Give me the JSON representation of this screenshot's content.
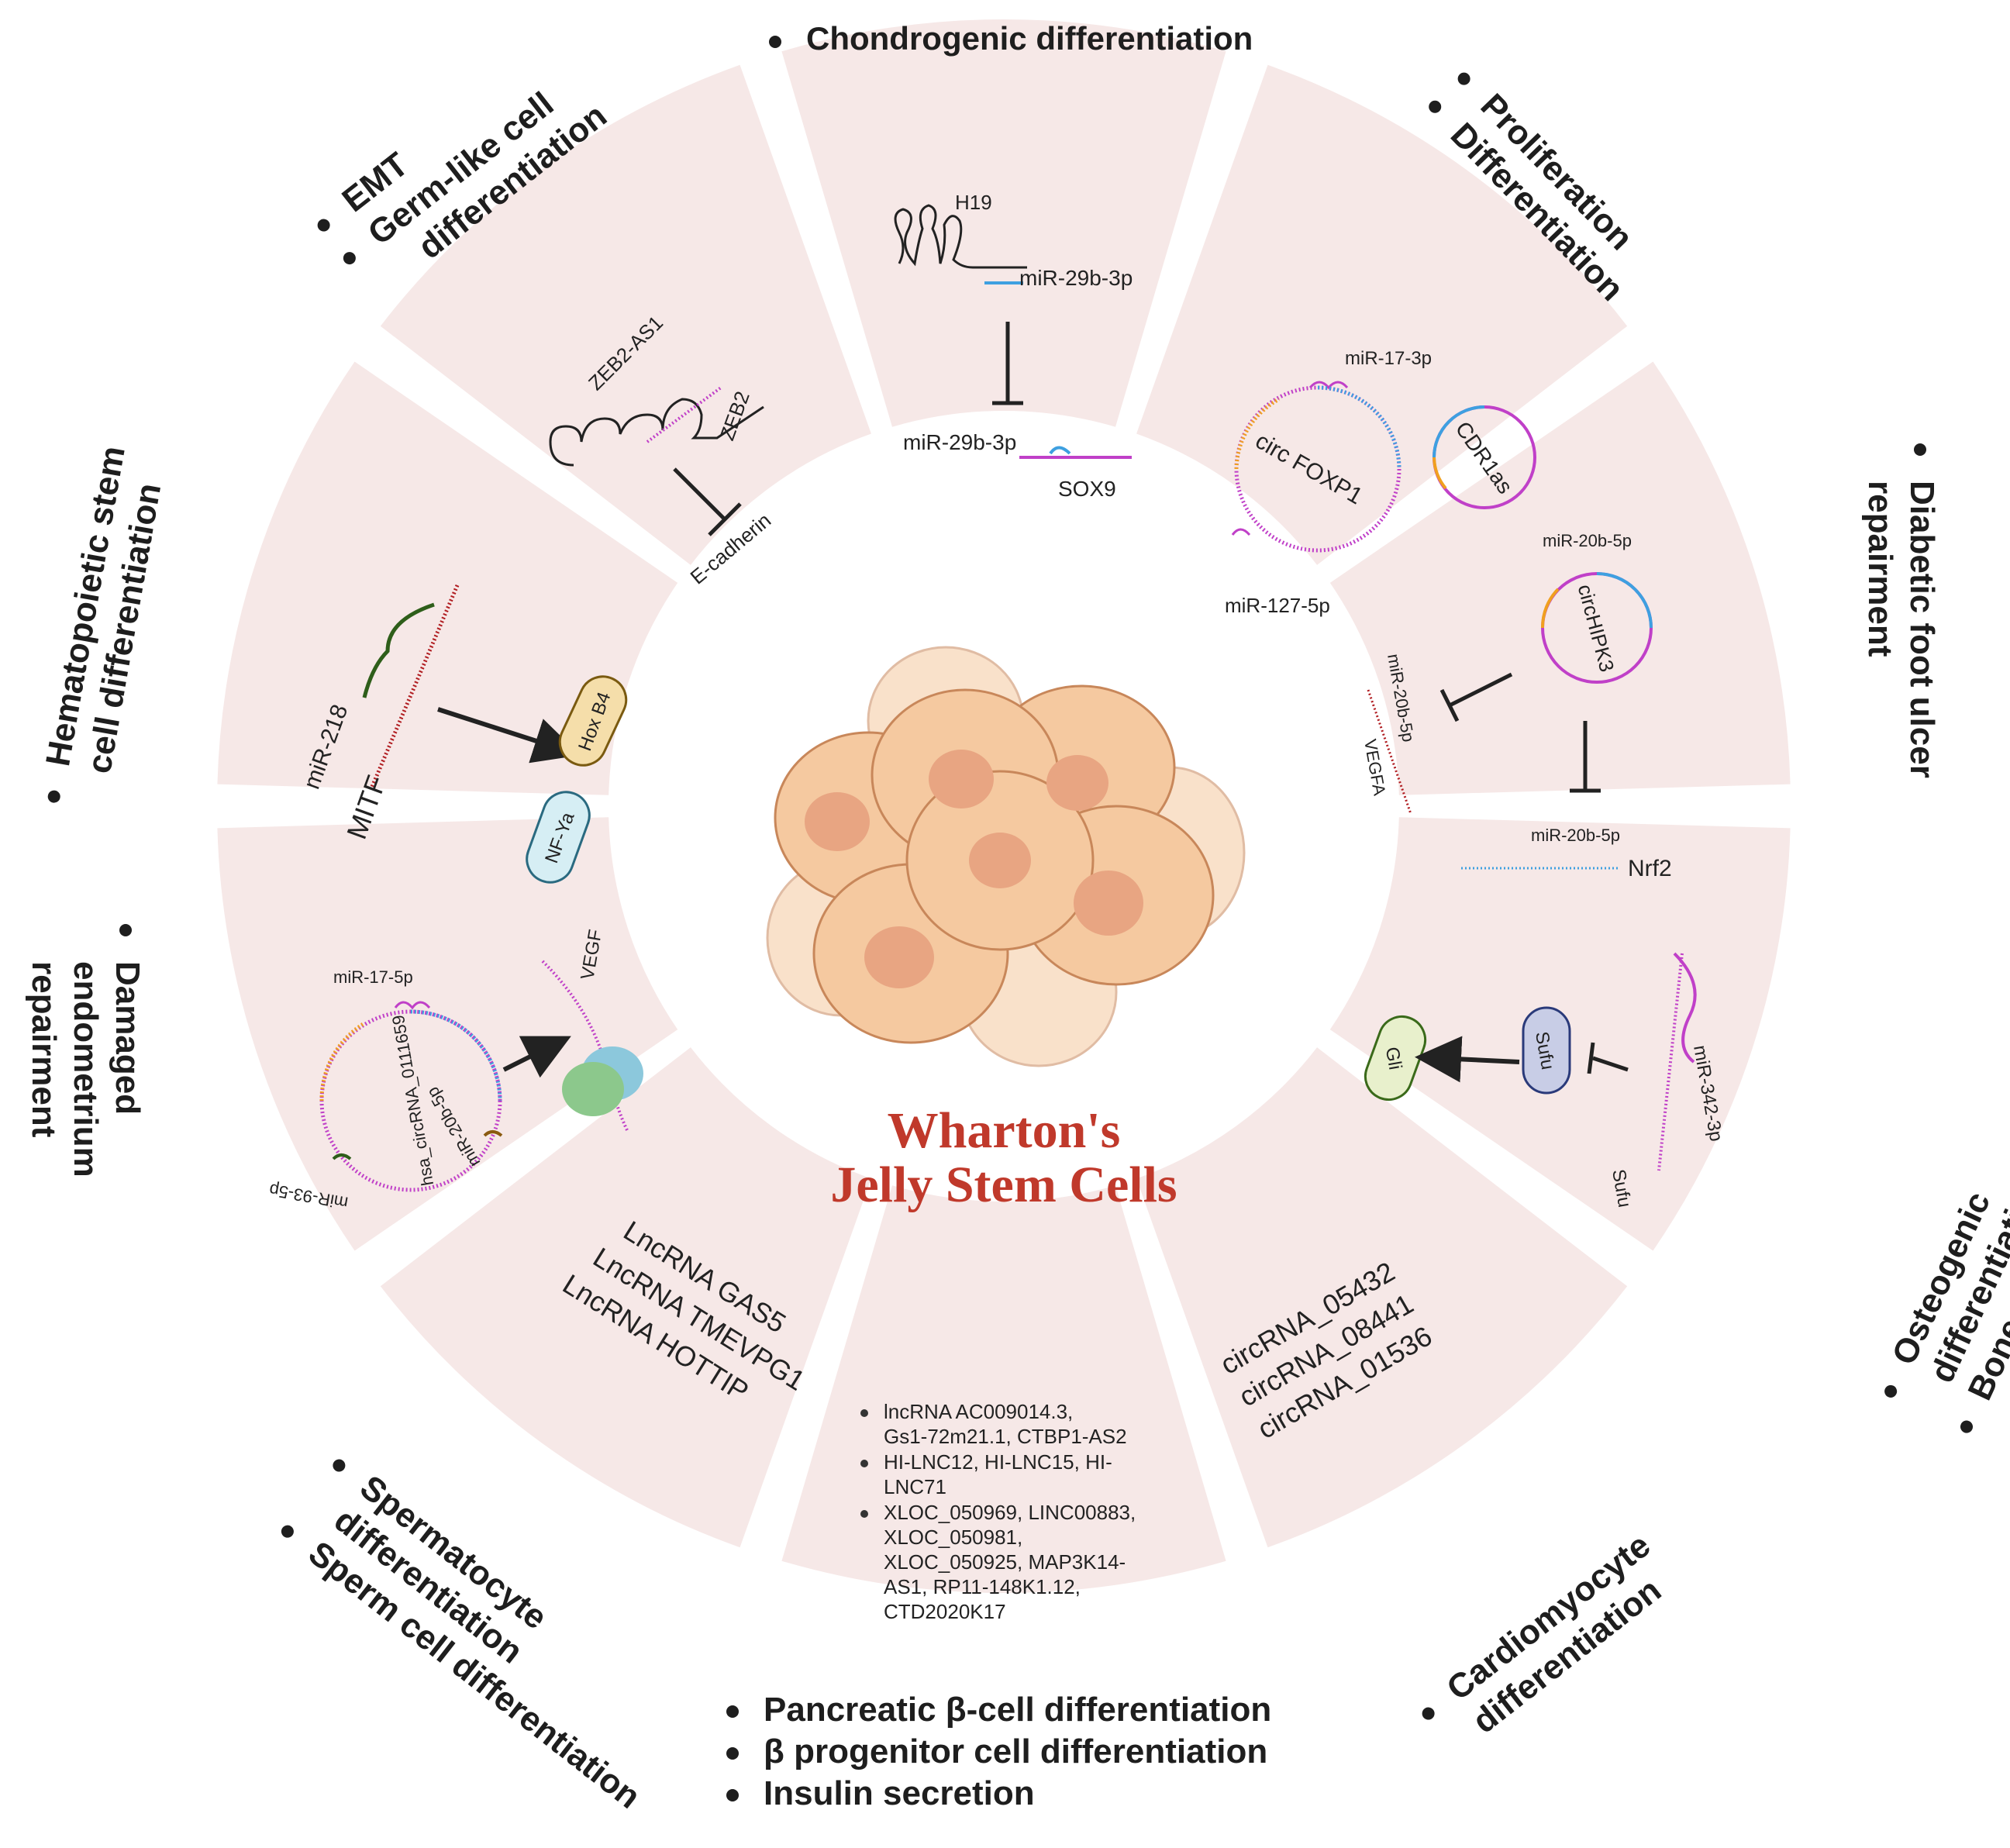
{
  "center": {
    "title_line1": "Wharton's",
    "title_line2": "Jelly Stem Cells",
    "title_color": "#c0392b"
  },
  "colors": {
    "sector_fill": "#f6e8e7",
    "cell_fill": "#f5c9a0",
    "cell_stroke": "#c8875a",
    "nucleus_fill": "#e8a582",
    "blue_rna": "#3ea0e0",
    "magenta_rna": "#c040c8",
    "orange_rna": "#f0a020",
    "dark_red": "#b01c20",
    "dark_green": "#2e5e1a"
  },
  "outer_labels": {
    "top": [
      "Chondrogenic differentiation"
    ],
    "top_right": [
      "Proliferation",
      "Differentiation"
    ],
    "right_upper": [
      "Diabetic foot ulcer",
      "repairment"
    ],
    "right_lower": [
      "Osteogenic",
      "differentiation",
      "Bone regeneration"
    ],
    "bottom_right": [
      "Cardiomyocyte",
      "differentiation"
    ],
    "bottom": [
      "Pancreatic β-cell differentiation",
      "β progenitor cell differentiation",
      "Insulin secretion"
    ],
    "bottom_left": [
      "Spermatocyte",
      "differentiation",
      "Sperm cell differentiation"
    ],
    "left_lower": [
      "Damaged",
      "endometrium",
      "repairment"
    ],
    "left_upper": [
      "Hematopoietic stem",
      "cell differentiation"
    ],
    "top_left": [
      "EMT",
      "Germ-like cell",
      "differentiation"
    ]
  },
  "sectors": {
    "chondrogenic": {
      "lnc": "H19",
      "mirna_top": "miR-29b-3p",
      "mirna_bottom": "miR-29b-3p",
      "target": "SOX9"
    },
    "proliferation": {
      "mirna_top": "miR-17-3p",
      "circ1": "circ FOXP1",
      "circ2": "CDR1as",
      "mirna_bottom": "miR-127-5p"
    },
    "diabetic": {
      "mirna_top": "miR-20b-5p",
      "circ": "circHIPK3",
      "mirna_left": "miR-20b-5p",
      "target_left": "VEGFA",
      "mirna_bottom": "miR-20b-5p",
      "target_bottom": "Nrf2"
    },
    "osteogenic": {
      "target1": "Gli",
      "target2": "Sufu",
      "mirna": "miR-342-3p",
      "gene": "Sufu"
    },
    "cardiomyocyte": {
      "items": [
        "circRNA_05432",
        "circRNA_08441",
        "circRNA_01536"
      ]
    },
    "pancreatic": {
      "items": [
        [
          "lncRNA AC009014.3,",
          "Gs1-72m21.1,  CTBP1-AS2"
        ],
        [
          "HI-LNC12, HI-LNC15,  HI-",
          "LNC71"
        ],
        [
          "XLOC_050969,  LINC00883,",
          "XLOC_050981,",
          "XLOC_050925,  MAP3K14-",
          "AS1,  RP11-148K1.12,",
          "CTD2020K17"
        ]
      ]
    },
    "spermatocyte": {
      "items": [
        "LncRNA GAS5",
        "LncRNA TMEVPG1",
        "LncRNA HOTTIP"
      ]
    },
    "endometrium": {
      "mirna_top": "miR-17-5p",
      "circ": "hsa_circRNA_0111659",
      "mirna_left": "miR-93-5p",
      "mirna_right": "miR-20b-5p",
      "target": "VEGF"
    },
    "hematopoietic": {
      "mirna": "miR-218",
      "gene": "MITF",
      "target1": "Hox B4",
      "target2": "NF-Ya"
    },
    "emt": {
      "lnc": "ZEB2-AS1",
      "gene": "ZEB2",
      "target": "E-cadherin"
    }
  }
}
